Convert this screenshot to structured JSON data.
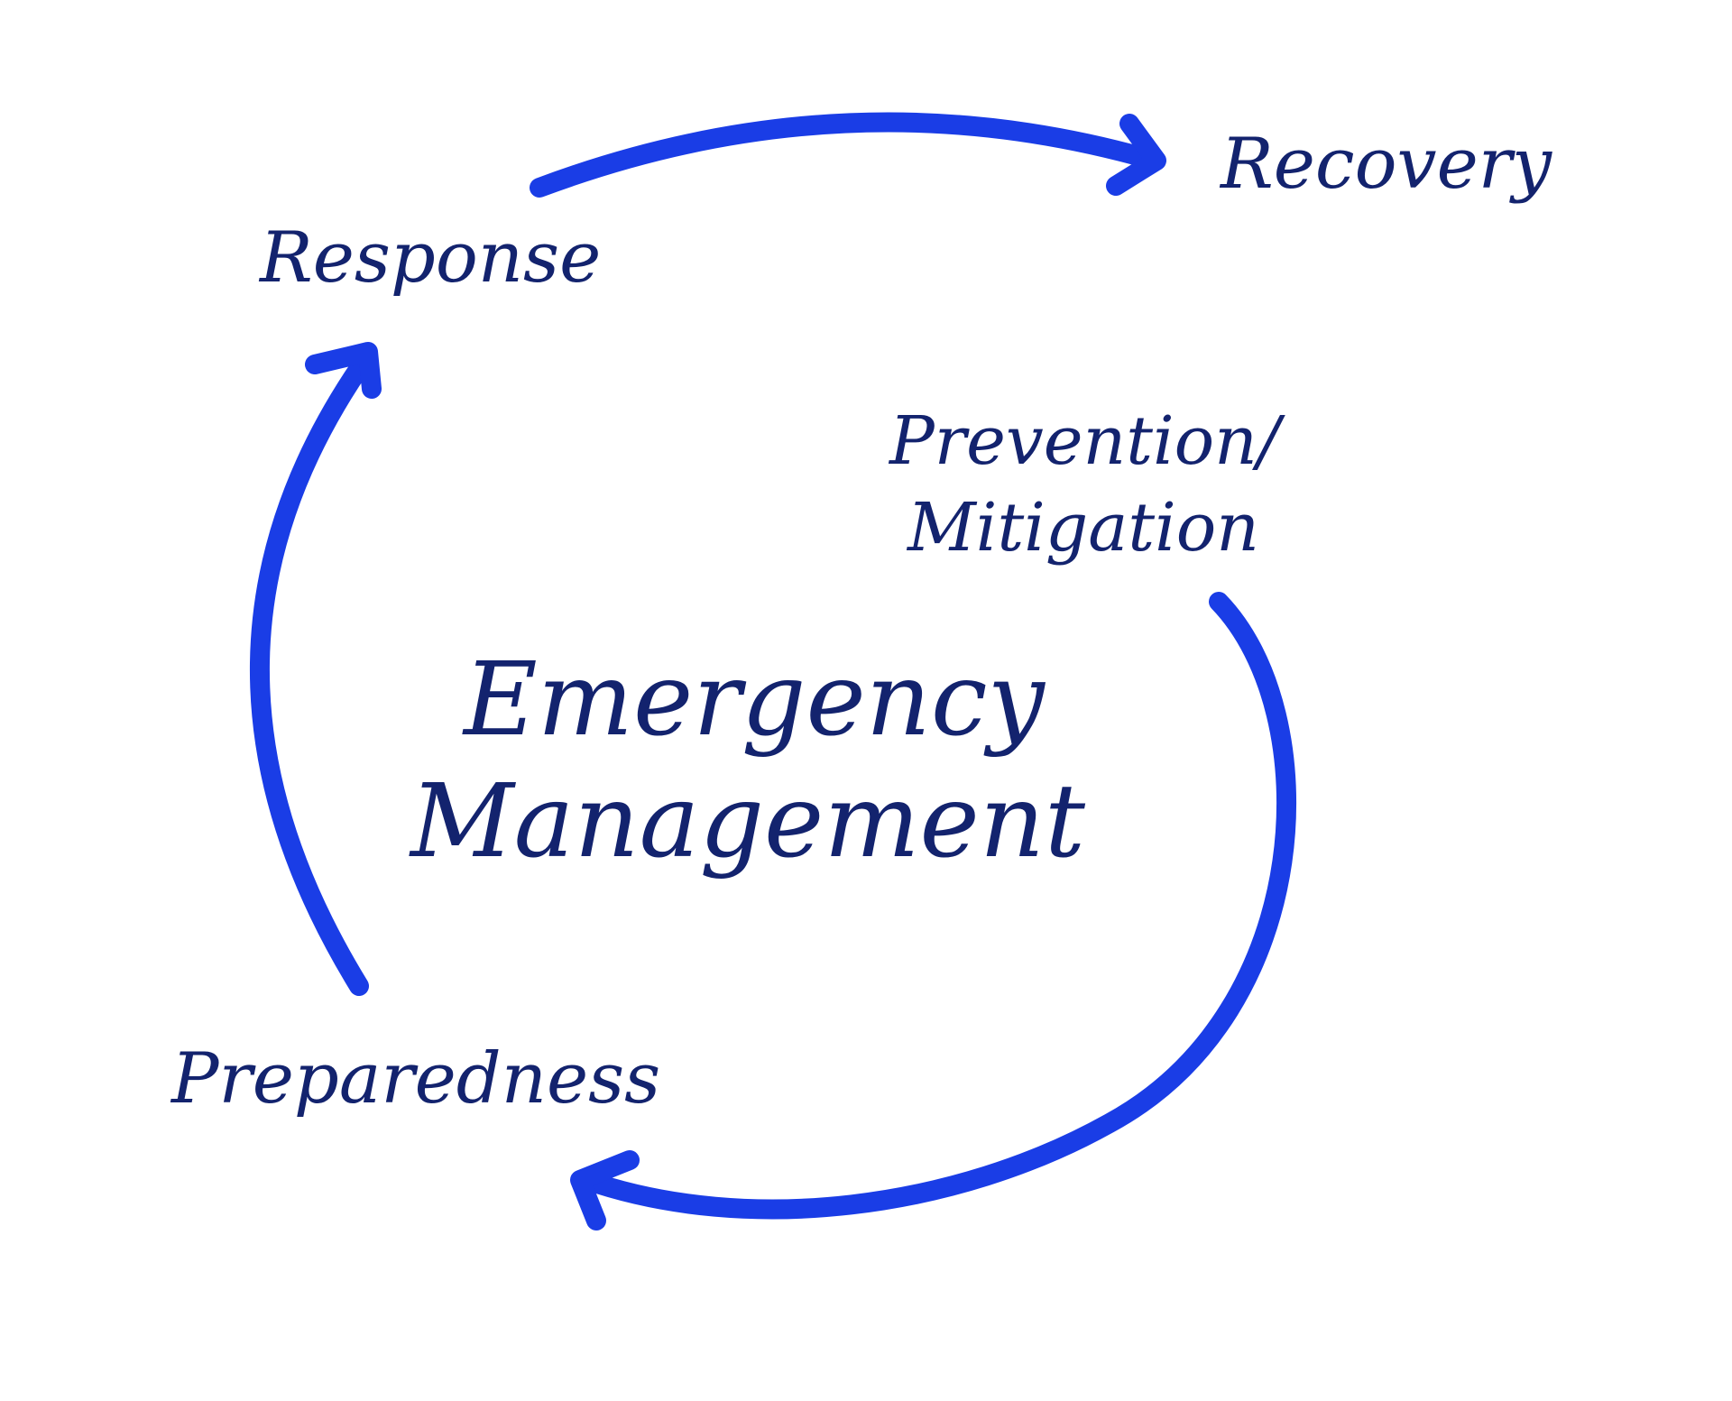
{
  "diagram": {
    "title_line1": "Emergency",
    "title_line2": "Management",
    "phases": {
      "response": "Response",
      "recovery": "Recovery",
      "prevention_line1": "Prevention/",
      "prevention_line2": "Mitigation",
      "preparedness": "Preparedness"
    },
    "colors": {
      "arrow": "#1a3de6",
      "text": "#13236e"
    }
  }
}
